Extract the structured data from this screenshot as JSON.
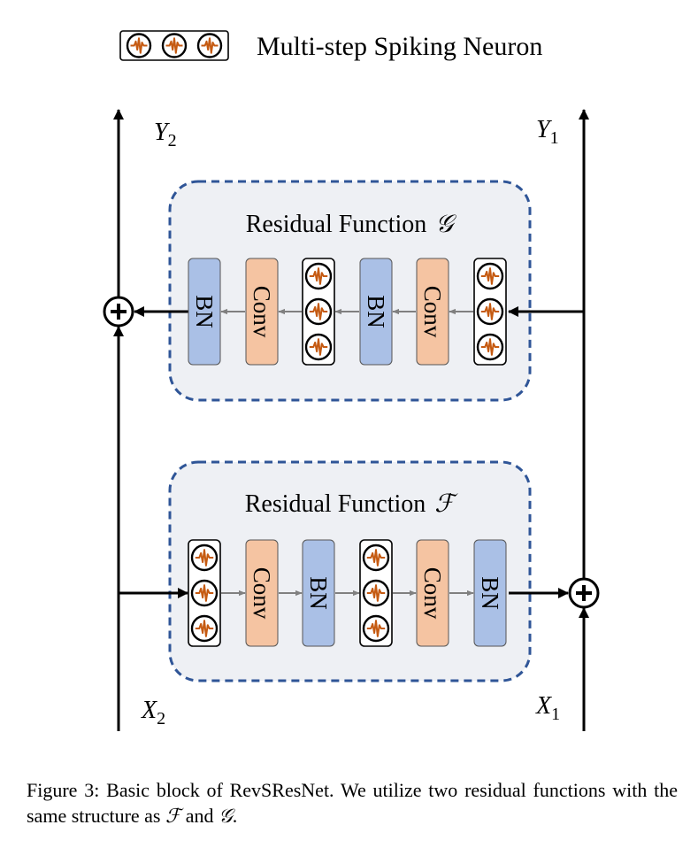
{
  "legend": {
    "label": "Multi-step Spiking Neuron",
    "icon": "spiking-neuron-icon"
  },
  "outputs": {
    "y2": "Y",
    "y2_sub": "2",
    "y1": "Y",
    "y1_sub": "1"
  },
  "inputs": {
    "x2": "X",
    "x2_sub": "2",
    "x1": "X",
    "x1_sub": "1"
  },
  "residual_g": {
    "title": "Residual Function",
    "symbol": "𝒢",
    "blocks": [
      {
        "type": "bn",
        "label": "BN"
      },
      {
        "type": "conv",
        "label": "Conv"
      },
      {
        "type": "neuron",
        "label": ""
      },
      {
        "type": "bn",
        "label": "BN"
      },
      {
        "type": "conv",
        "label": "Conv"
      },
      {
        "type": "neuron",
        "label": ""
      }
    ]
  },
  "residual_f": {
    "title": "Residual Function",
    "symbol": "ℱ",
    "blocks": [
      {
        "type": "neuron",
        "label": ""
      },
      {
        "type": "conv",
        "label": "Conv"
      },
      {
        "type": "bn",
        "label": "BN"
      },
      {
        "type": "neuron",
        "label": ""
      },
      {
        "type": "conv",
        "label": "Conv"
      },
      {
        "type": "bn",
        "label": "BN"
      }
    ]
  },
  "caption": {
    "prefix": "Figure 3: Basic block of RevSResNet. We utilize two residual functions with the same structure as ",
    "f": "ℱ",
    "and": " and ",
    "g": "𝒢",
    "suffix": "."
  },
  "colors": {
    "bn": "#aac0e6",
    "conv": "#f5c4a2",
    "dashed_border": "#2f5597",
    "panel_fill": "#eef0f4",
    "spike": "#c55a11",
    "arrow": "#000000",
    "inner_arrow": "#808080"
  }
}
